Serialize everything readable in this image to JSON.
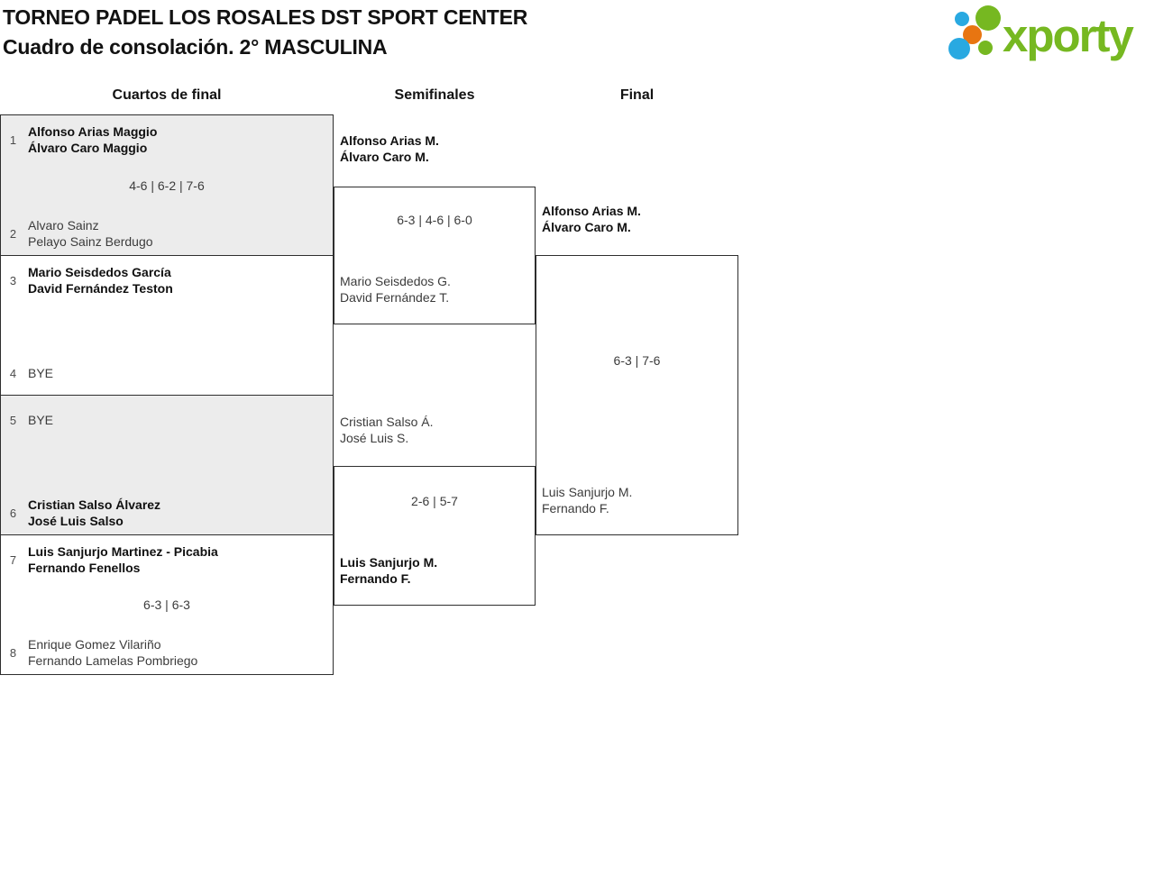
{
  "header": {
    "title_line1": "TORNEO PADEL LOS ROSALES DST SPORT CENTER",
    "title_line2": "Cuadro de consolación. 2° MASCULINA",
    "logo": {
      "text": "xporty",
      "green": "#76b821",
      "blue": "#29a9e1",
      "orange": "#e87511"
    }
  },
  "round_headers": {
    "quarterfinals": "Cuartos de final",
    "semifinals": "Semifinales",
    "final": "Final"
  },
  "quarterfinals": [
    {
      "top": {
        "seed": "1",
        "line1": "Alfonso Arias Maggio",
        "line2": "Álvaro Caro Maggio",
        "winner": true
      },
      "score": "4-6 | 6-2 | 7-6",
      "bottom": {
        "seed": "2",
        "line1": "Alvaro Sainz",
        "line2": "Pelayo Sainz Berdugo",
        "winner": false
      }
    },
    {
      "top": {
        "seed": "3",
        "line1": "Mario Seisdedos García",
        "line2": "David Fernández Teston",
        "winner": true
      },
      "score": "",
      "bottom": {
        "seed": "4",
        "line1": "BYE",
        "line2": "",
        "winner": false
      }
    },
    {
      "top": {
        "seed": "5",
        "line1": "BYE",
        "line2": "",
        "winner": false
      },
      "score": "",
      "bottom": {
        "seed": "6",
        "line1": "Cristian Salso Álvarez",
        "line2": "José Luis Salso",
        "winner": true
      }
    },
    {
      "top": {
        "seed": "7",
        "line1": "Luis Sanjurjo Martinez - Picabia",
        "line2": "Fernando Fenellos",
        "winner": true
      },
      "score": "6-3 | 6-3",
      "bottom": {
        "seed": "8",
        "line1": "Enrique Gomez Vilariño",
        "line2": "Fernando Lamelas Pombriego",
        "winner": false
      }
    }
  ],
  "semifinals": [
    {
      "top": {
        "line1": "Alfonso Arias M.",
        "line2": "Álvaro Caro M.",
        "winner": true
      },
      "score": "6-3 | 4-6 | 6-0",
      "bottom": {
        "line1": "Mario Seisdedos G.",
        "line2": "David Fernández T.",
        "winner": false
      }
    },
    {
      "top": {
        "line1": "Cristian Salso Á.",
        "line2": "José Luis S.",
        "winner": false
      },
      "score": "2-6 | 5-7",
      "bottom": {
        "line1": "Luis Sanjurjo M.",
        "line2": "Fernando F.",
        "winner": true
      }
    }
  ],
  "final": {
    "top": {
      "line1": "Alfonso Arias M.",
      "line2": "Álvaro Caro M.",
      "winner": true
    },
    "score": "6-3 | 7-6",
    "bottom": {
      "line1": "Luis Sanjurjo M.",
      "line2": "Fernando F.",
      "winner": false
    }
  }
}
